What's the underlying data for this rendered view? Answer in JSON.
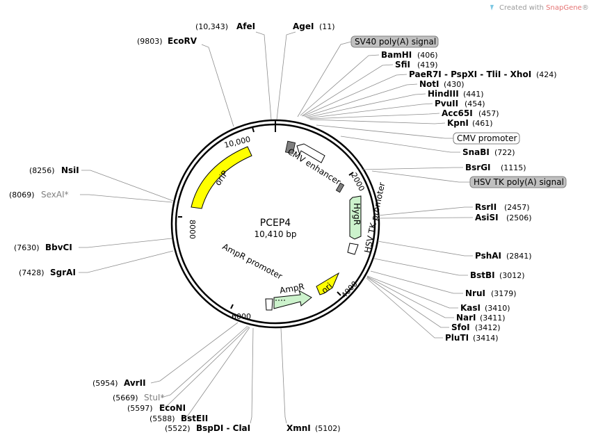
{
  "watermark": {
    "prefix": "Created with ",
    "brand": "SnapGene",
    "suffix": "®"
  },
  "plasmid": {
    "name": "PCEP4",
    "size_label": "10,410 bp"
  },
  "ring_ticks": [
    {
      "label": "10,000"
    },
    {
      "label": "2000"
    },
    {
      "label": "4000"
    },
    {
      "label": "6000"
    },
    {
      "label": "8000"
    }
  ],
  "features": [
    {
      "label": "oriP",
      "color": "#ffff00"
    },
    {
      "label": "CMV enhancer",
      "color": "#ffffff"
    },
    {
      "label": "HygR",
      "color": "#ccf2cc"
    },
    {
      "label": "HSV TK promoter",
      "color": "#ffffff"
    },
    {
      "label": "ori",
      "color": "#ffff00"
    },
    {
      "label": "AmpR",
      "color": "#ccf2cc"
    },
    {
      "label": "AmpR promoter",
      "color": "#ffffff"
    }
  ],
  "boxed_labels": [
    {
      "text": "SV40 poly(A) signal",
      "style": "gray"
    },
    {
      "text": "CMV promoter",
      "style": "white"
    },
    {
      "text": "HSV TK poly(A) signal",
      "style": "gray"
    }
  ],
  "sites": [
    {
      "name": "AfeI",
      "pos": "(10,343)"
    },
    {
      "name": "AgeI",
      "pos": "(11)"
    },
    {
      "name": "EcoRV",
      "pos": "(9803)"
    },
    {
      "name": "BamHI",
      "pos": "(406)"
    },
    {
      "name": "SfiI",
      "pos": "(419)"
    },
    {
      "name": "PaeR7I - PspXI - TliI - XhoI",
      "pos": "(424)"
    },
    {
      "name": "NotI",
      "pos": "(430)"
    },
    {
      "name": "HindIII",
      "pos": "(441)"
    },
    {
      "name": "PvuII",
      "pos": "(454)"
    },
    {
      "name": "Acc65I",
      "pos": "(457)"
    },
    {
      "name": "KpnI",
      "pos": "(461)"
    },
    {
      "name": "SnaBI",
      "pos": "(722)"
    },
    {
      "name": "BsrGI",
      "pos": "(1115)"
    },
    {
      "name": "NsiI",
      "pos": "(8256)"
    },
    {
      "name": "SexAI*",
      "pos": "(8069)"
    },
    {
      "name": "RsrII",
      "pos": "(2457)"
    },
    {
      "name": "AsiSI",
      "pos": "(2506)"
    },
    {
      "name": "BbvCI",
      "pos": "(7630)"
    },
    {
      "name": "PshAI",
      "pos": "(2841)"
    },
    {
      "name": "SgrAI",
      "pos": "(7428)"
    },
    {
      "name": "BstBI",
      "pos": "(3012)"
    },
    {
      "name": "NruI",
      "pos": "(3179)"
    },
    {
      "name": "KasI",
      "pos": "(3410)"
    },
    {
      "name": "NarI",
      "pos": "(3411)"
    },
    {
      "name": "SfoI",
      "pos": "(3412)"
    },
    {
      "name": "PluTI",
      "pos": "(3414)"
    },
    {
      "name": "AvrII",
      "pos": "(5954)"
    },
    {
      "name": "StuI*",
      "pos": "(5669)"
    },
    {
      "name": "EcoNI",
      "pos": "(5597)"
    },
    {
      "name": "BstEII",
      "pos": "(5588)"
    },
    {
      "name": "BspDI - ClaI",
      "pos": "(5522)"
    },
    {
      "name": "XmnI",
      "pos": "(5102)"
    }
  ]
}
